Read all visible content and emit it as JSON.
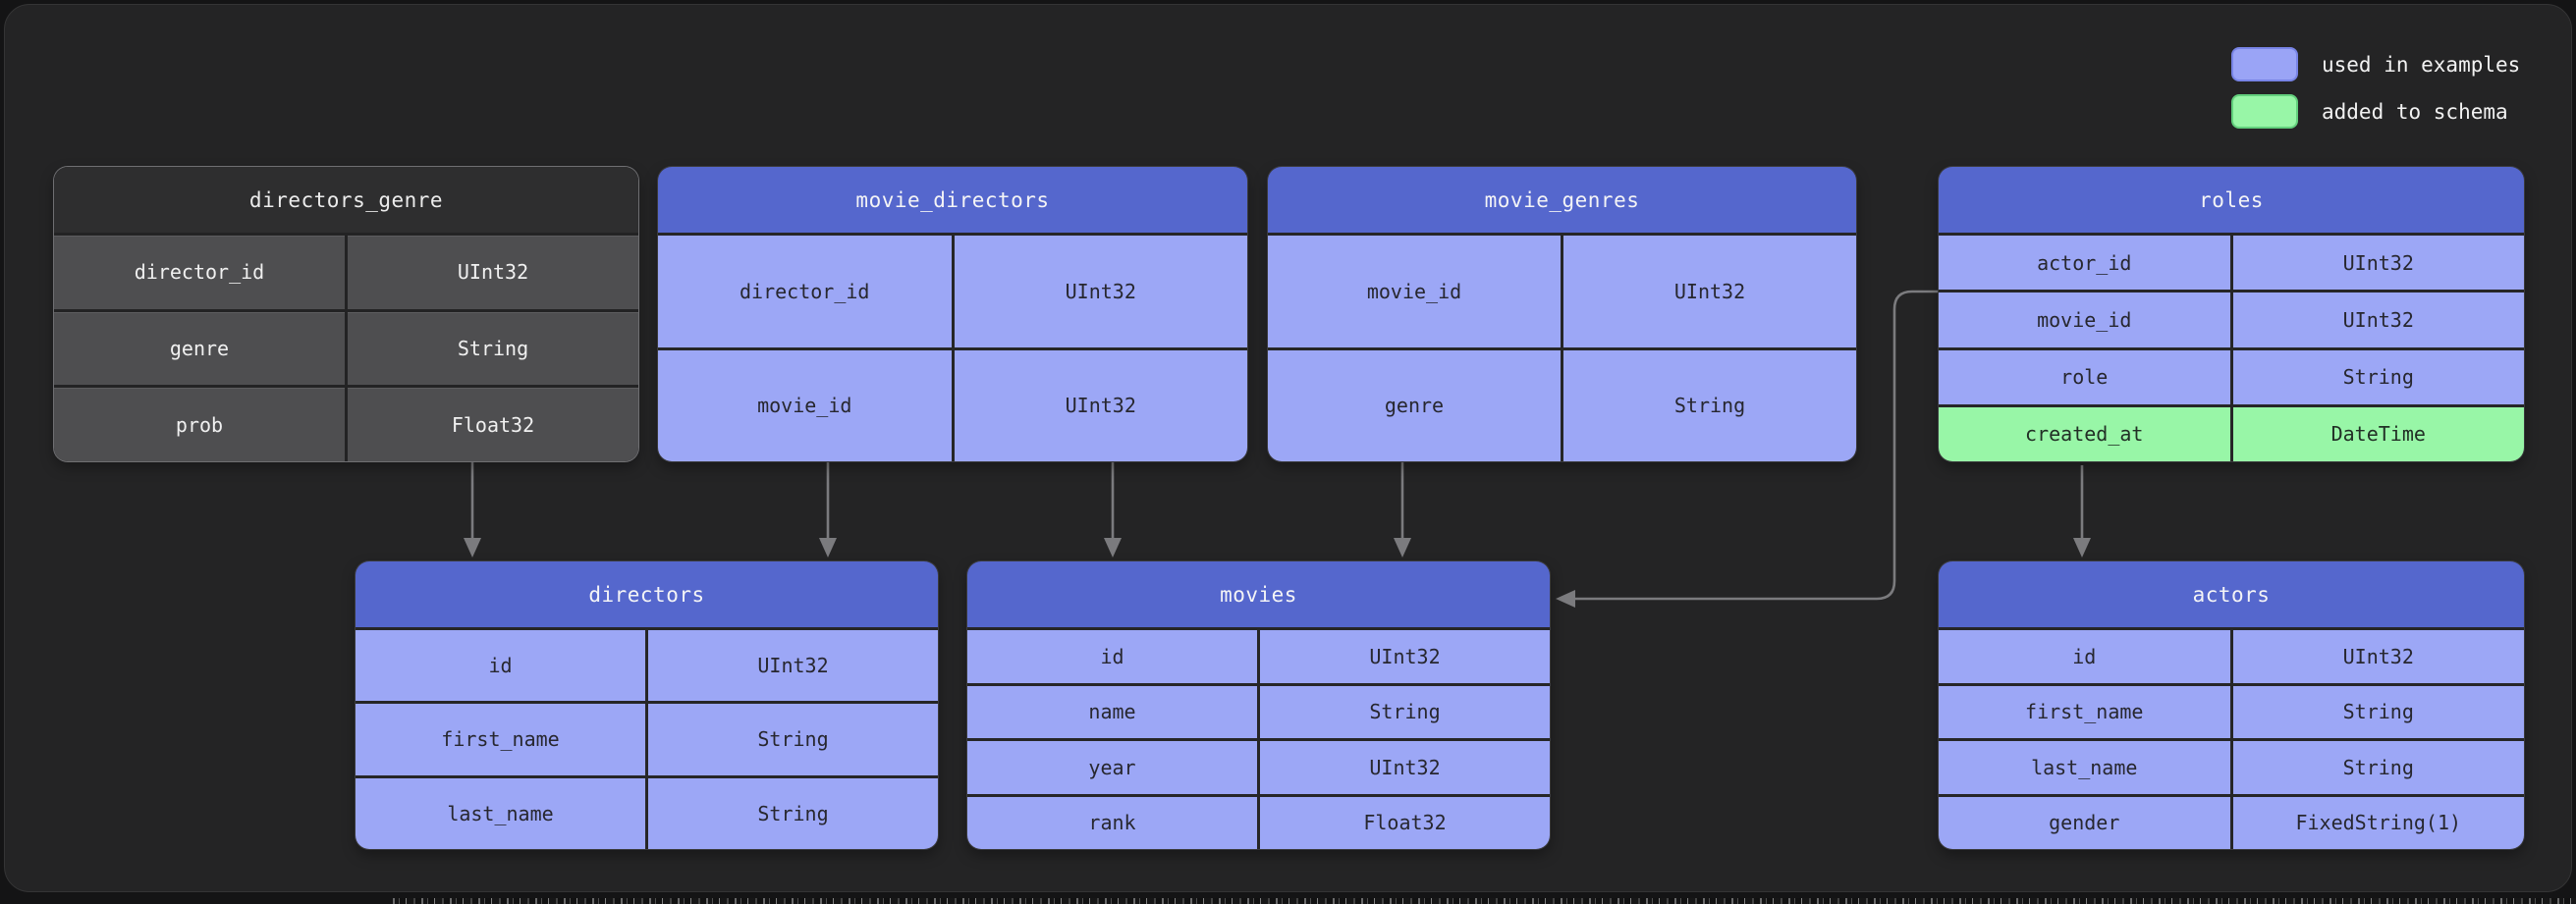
{
  "legend": {
    "items": [
      {
        "id": "used",
        "label": "used in examples",
        "color": "#9aa4f6"
      },
      {
        "id": "added",
        "label": "added to schema",
        "color": "#98f6a7"
      }
    ]
  },
  "tables": [
    {
      "id": "directors_genre",
      "title": "directors_genre",
      "style": "muted",
      "rows": [
        {
          "name": "director_id",
          "type": "UInt32"
        },
        {
          "name": "genre",
          "type": "String"
        },
        {
          "name": "prob",
          "type": "Float32"
        }
      ]
    },
    {
      "id": "movie_directors",
      "title": "movie_directors",
      "style": "used",
      "rows": [
        {
          "name": "director_id",
          "type": "UInt32"
        },
        {
          "name": "movie_id",
          "type": "UInt32"
        }
      ]
    },
    {
      "id": "movie_genres",
      "title": "movie_genres",
      "style": "used",
      "rows": [
        {
          "name": "movie_id",
          "type": "UInt32"
        },
        {
          "name": "genre",
          "type": "String"
        }
      ]
    },
    {
      "id": "roles",
      "title": "roles",
      "style": "used",
      "rows": [
        {
          "name": "actor_id",
          "type": "UInt32"
        },
        {
          "name": "movie_id",
          "type": "UInt32"
        },
        {
          "name": "role",
          "type": "String"
        },
        {
          "name": "created_at",
          "type": "DateTime",
          "highlight": "added"
        }
      ]
    },
    {
      "id": "directors",
      "title": "directors",
      "style": "used",
      "rows": [
        {
          "name": "id",
          "type": "UInt32"
        },
        {
          "name": "first_name",
          "type": "String"
        },
        {
          "name": "last_name",
          "type": "String"
        }
      ]
    },
    {
      "id": "movies",
      "title": "movies",
      "style": "used",
      "rows": [
        {
          "name": "id",
          "type": "UInt32"
        },
        {
          "name": "name",
          "type": "String"
        },
        {
          "name": "year",
          "type": "UInt32"
        },
        {
          "name": "rank",
          "type": "Float32"
        }
      ]
    },
    {
      "id": "actors",
      "title": "actors",
      "style": "used",
      "rows": [
        {
          "name": "id",
          "type": "UInt32"
        },
        {
          "name": "first_name",
          "type": "String"
        },
        {
          "name": "last_name",
          "type": "String"
        },
        {
          "name": "gender",
          "type": "FixedString(1)"
        }
      ]
    }
  ],
  "relationships": [
    {
      "from": "directors_genre",
      "to": "directors"
    },
    {
      "from": "movie_directors",
      "to": "directors"
    },
    {
      "from": "movie_directors",
      "to": "movies"
    },
    {
      "from": "movie_genres",
      "to": "movies"
    },
    {
      "from": "roles",
      "to": "movies"
    },
    {
      "from": "roles",
      "to": "actors"
    }
  ],
  "colors": {
    "used_in_examples": "#9aa4f6",
    "added_to_schema": "#98f6a7",
    "table_header": "#5567cd",
    "muted_row": "#4e4e50",
    "panel_background": "#242425",
    "arrow": "#7b7b7e"
  }
}
